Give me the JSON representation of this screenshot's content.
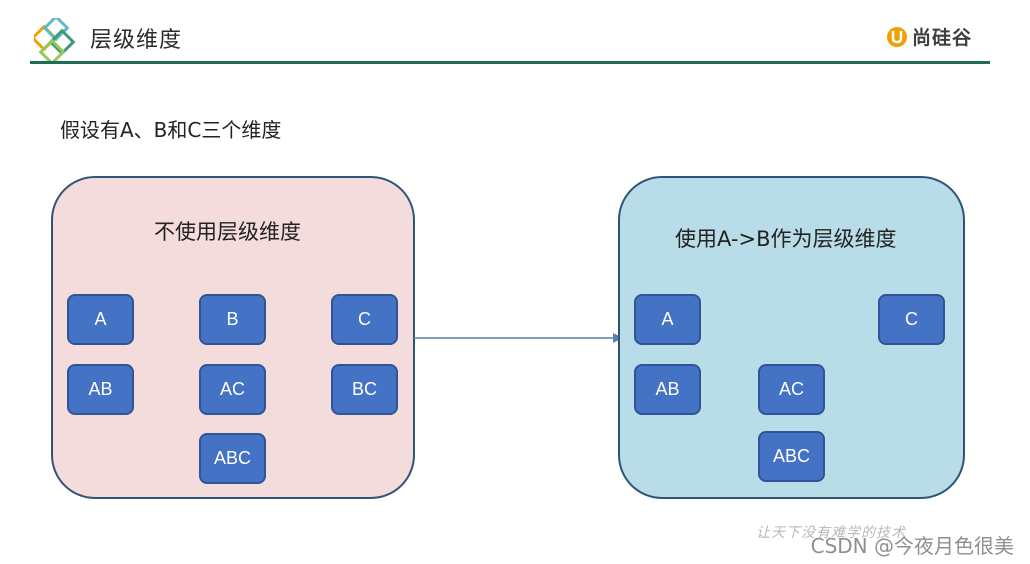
{
  "header": {
    "title": "层级维度",
    "brand_name": "尚硅谷",
    "logo_icon": "diamond-logo-icon",
    "brand_icon": "u-brand-icon",
    "accent_color": "#1f6b53"
  },
  "subtitle": "假设有A、B和C三个维度",
  "left_panel": {
    "title": "不使用层级维度",
    "background": "#f4dcdc",
    "boxes": [
      "A",
      "B",
      "C",
      "AB",
      "AC",
      "BC",
      "ABC"
    ]
  },
  "right_panel": {
    "title": "使用A->B作为层级维度",
    "background": "#b8dde8",
    "boxes": [
      "A",
      "C",
      "AB",
      "AC",
      "ABC"
    ]
  },
  "watermark": {
    "script_text": "让天下没有难学的技术",
    "text": "CSDN @今夜月色很美"
  },
  "colors": {
    "box_fill": "#4472c4",
    "box_border": "#2f5597",
    "panel_border": "#2f5576"
  }
}
